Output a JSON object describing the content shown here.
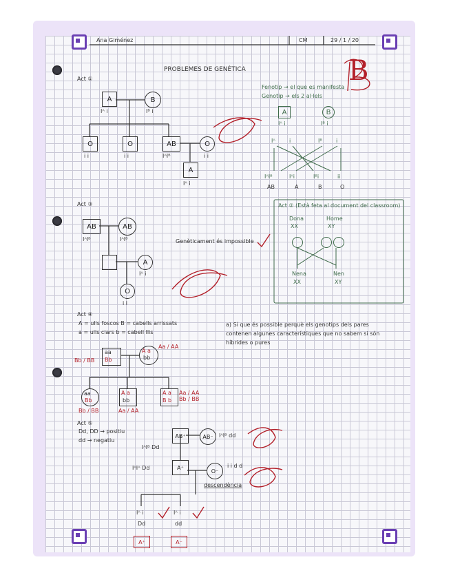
{
  "header": {
    "name": "Ana Giménez",
    "class": "CM",
    "date": "29 / 1 / 20",
    "title": "PROBLEMES DE GENÈTICA",
    "grade": "B"
  },
  "act1": {
    "label": "Act ①",
    "parent_a": "A",
    "parent_a_geno": "Iᴬ i",
    "parent_b": "B",
    "parent_b_geno": "Iᴮ i",
    "children": [
      "O",
      "O",
      "AB",
      "O"
    ],
    "children_geno": [
      "i i",
      "i i",
      "IᴬIᴮ",
      "i i"
    ],
    "grandchild": "A",
    "grandchild_geno": "Iᴬ i"
  },
  "punnett_notes": {
    "line1": "Fenotip → el que es manifesta",
    "line2": "Genotip → els 2 al·lels",
    "left": "A",
    "left_geno": "Iᴬ i",
    "right": "B",
    "right_geno": "Iᴮ i",
    "gametes": [
      "Iᴬ",
      "i",
      "Iᴮ",
      "i"
    ],
    "results_geno": [
      "IᴬIᴮ",
      "Iᴬi",
      "Iᴮi",
      "ii"
    ],
    "results_pheno": [
      "AB",
      "A",
      "B",
      "O"
    ]
  },
  "act3": {
    "label": "Act ③",
    "p1": "AB",
    "p1_geno": "IᴬIᴮ",
    "p2": "AB",
    "p2_geno": "IᴬIᴮ",
    "child": "A",
    "child_geno": "Iᴬ i",
    "grandchild": "O",
    "grandchild_geno": "i i",
    "note": "Genèticament és impossible"
  },
  "act2": {
    "label": "Act ② (Està feta al document del classroom)",
    "dona": "Dona",
    "dona_geno": "XX",
    "home": "Home",
    "home_geno": "XY",
    "nena": "Nena",
    "nena_geno": "XX",
    "nen": "Nen",
    "nen_geno": "XY"
  },
  "act4": {
    "label": "Act ④",
    "legend1": "A = ulls foscos   B = cabells arrissats",
    "legend2": "a = ulls clars   b = cabell llis",
    "answer": "a) Sí que és possible perquè els genotips dels pares contenen algunes característiques que no sabem si són híbrides o pures",
    "mother_a": "A a",
    "mother_b": "bb",
    "mother_note": "Aa / AA",
    "father_a": "aa",
    "father_b": "Bb",
    "father_note": "Bb / BB",
    "kids": [
      {
        "a": "aa",
        "b": "Bb",
        "note": "Bb / BB"
      },
      {
        "a": "A a",
        "b": "bb",
        "note": "Aa / AA"
      },
      {
        "a": "A a",
        "b": "B b",
        "note": "Aa / AA  Bb / BB"
      }
    ]
  },
  "act5": {
    "label": "Act ⑤",
    "rule1": "Dd, DD → positiu",
    "rule2": "dd → negatiu",
    "p1": "AB⁺",
    "p1_geno": "IᴬIᴮ Dd",
    "p2": "AB⁻",
    "p2_geno": "IᴬIᴮ dd",
    "child": "A⁺",
    "child_geno": "IᴬIᴬ Dd",
    "spouse": "O⁻",
    "spouse_geno": "i i d d",
    "descend": "descendència",
    "kid1_geno": "Iᴬ i",
    "kid1_d": "Dd",
    "kid1_res": "A⁺",
    "kid2_geno": "Iᴬ i",
    "kid2_d": "dd",
    "kid2_res": "A⁻"
  }
}
